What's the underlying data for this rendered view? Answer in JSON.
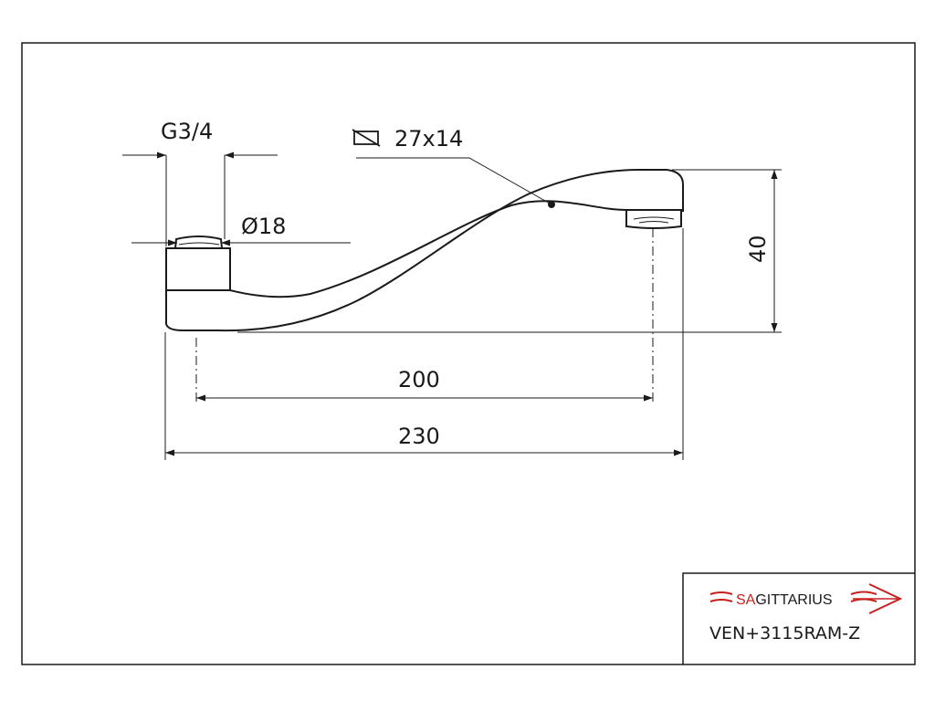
{
  "dimensions": {
    "thread": "G3/4",
    "diameter": "Ø18",
    "cross_section": "27x14",
    "height": "40",
    "inner_length": "200",
    "overall_length": "230"
  },
  "title_block": {
    "brand_prefix": "SAGITTARIUS",
    "product_code": "VEN+3115RAM-Z"
  },
  "colors": {
    "brand": "#c8201e",
    "line": "#1a1a1a"
  }
}
